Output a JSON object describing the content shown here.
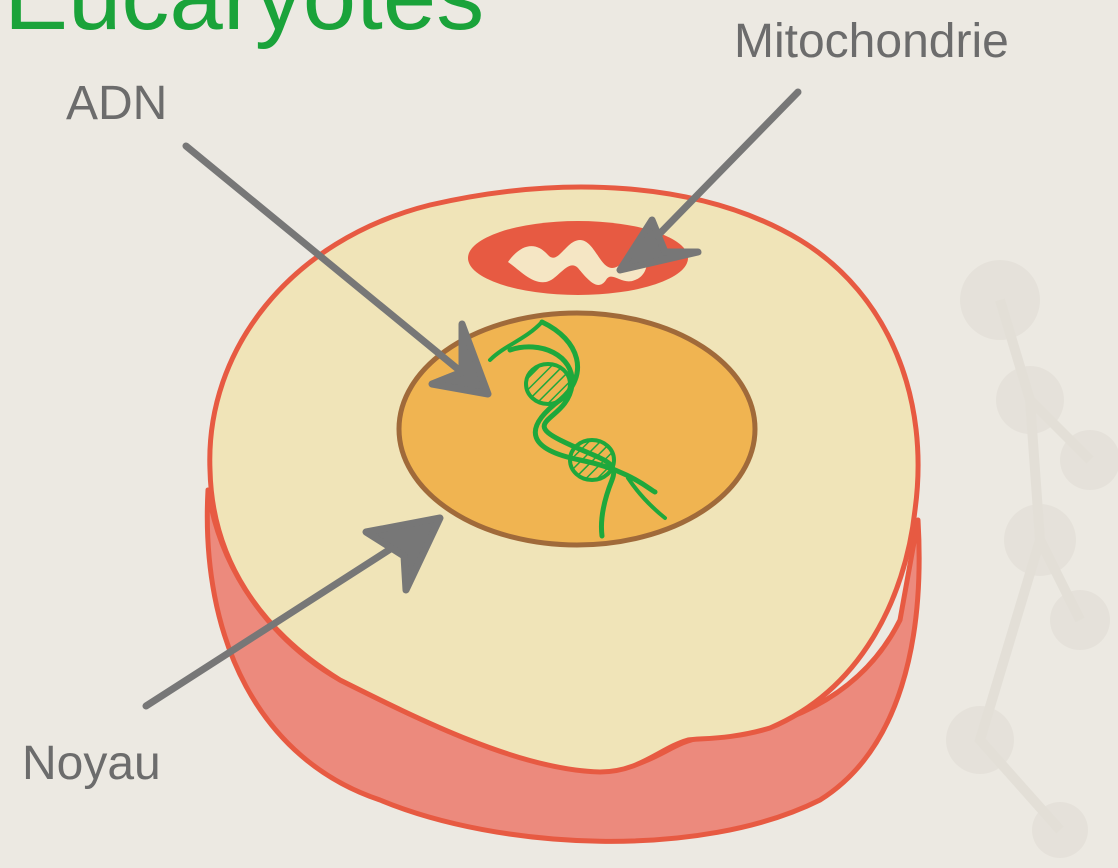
{
  "diagram": {
    "title": "Eucaryotes",
    "labels": {
      "mitochondrie": "Mitochondrie",
      "adn": "ADN",
      "noyau": "Noyau"
    }
  },
  "colors": {
    "title": "#1aa33a",
    "label": "#6c6c6c",
    "background": "#ece9e2",
    "cell_cytoplasm": "#f0e4b8",
    "cell_membrane": "#e75a42",
    "cell_side": "#ec8a7d",
    "nucleus_fill": "#f0b451",
    "nucleus_border": "#a06a3a",
    "mitochondria_fill": "#e75a42",
    "mitochondria_inner": "#f5e6c4",
    "dna": "#1ea83c",
    "arrow": "#777777"
  },
  "icons": {
    "cell": "eukaryotic-cell-illustration",
    "dna": "dna-double-helix-icon",
    "mitochondria": "mitochondria-icon"
  }
}
